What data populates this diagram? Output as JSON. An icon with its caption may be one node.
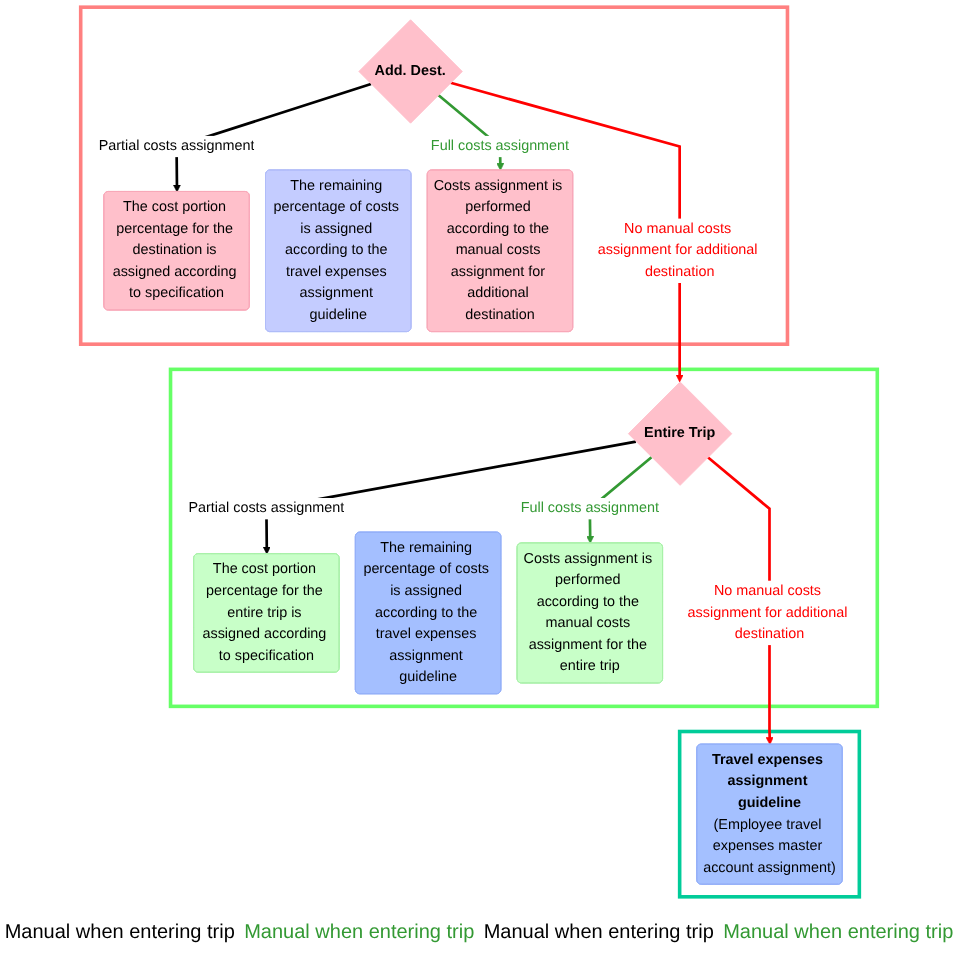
{
  "diagram": {
    "nodes": [
      {
        "text": [],
        "shape": "box"
      },
      {
        "text": [
          "The cost portion percentage for the destination is assigned according to specification"
        ],
        "in": 0
      },
      {
        "text": [
          "The remaining percentage of costs is assigned according to the travel expenses assignment guideline"
        ],
        "in": 0
      },
      {
        "text": [
          "Add. Dest."
        ],
        "in": 0
      },
      {
        "text": [
          "Costs assignment is performed according to the manual costs assignment for additional destination"
        ],
        "in": 0
      },
      {
        "text": [],
        "shape": "box"
      },
      {
        "text": [
          "The cost portion percentage for the entire trip is assigned according to specification"
        ],
        "in": 5
      },
      {
        "text": [
          "The remaining percentage of costs is assigned according to the travel expenses assignment guideline"
        ],
        "in": 5
      },
      {
        "text": [
          "Entire Trip"
        ],
        "in": 5
      },
      {
        "text": [
          "Costs assignment is performed according to the manual costs assignment for the entire trip"
        ],
        "in": 5
      },
      {
        "text": [],
        "shape": "box"
      },
      {
        "text": [
          "Travel expenses assignment guideline",
          "(Employee travel expenses master account assignment)"
        ],
        "in": 10
      }
    ],
    "edges": [
      {
        "from": 3,
        "to": 1,
        "arrow": "to",
        "label": "Partial costs assignment"
      },
      {
        "from": 3,
        "to": 4,
        "arrow": "to",
        "label": "Full costs assignment",
        "color": "#339933"
      },
      {
        "from": 3,
        "to": 8,
        "arrow": "to",
        "label": "No manual costs assignment for additional destination",
        "color": "#ff0000"
      },
      {
        "from": 8,
        "to": 6,
        "arrow": "to",
        "label": "Partial costs assignment"
      },
      {
        "from": 8,
        "to": 9,
        "arrow": "to",
        "label": "Full costs assignment",
        "color": "#339933"
      },
      {
        "from": 8,
        "to": 11,
        "arrow": "to",
        "label": "No manual costs assignment for additional destination",
        "color": "#ff0000"
      }
    ],
    "labels": [
      "Manual when entering trip",
      "Manual when entering trip",
      "Manual when entering trip",
      "Manual when entering trip"
    ]
  }
}
